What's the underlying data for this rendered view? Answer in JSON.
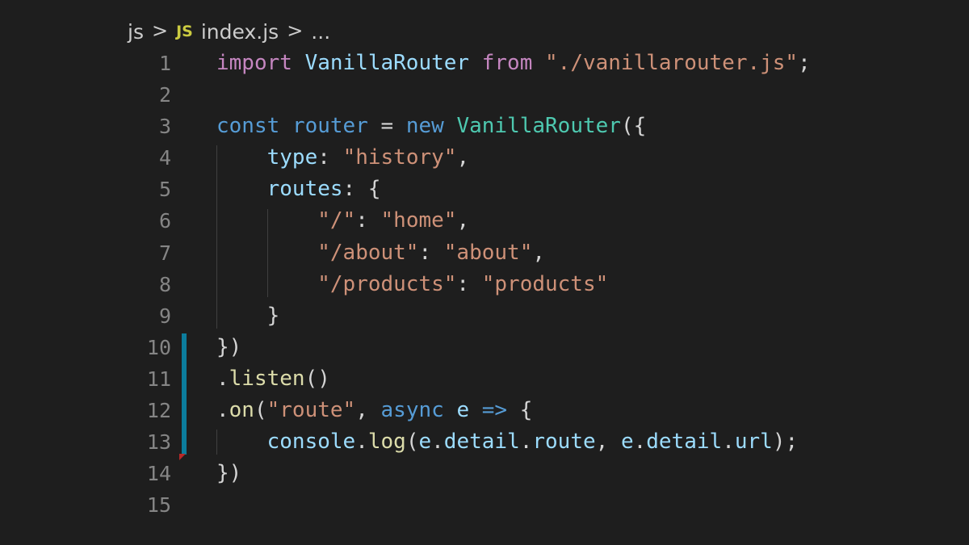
{
  "breadcrumb": {
    "folder": "js",
    "file_icon_text": "JS",
    "file": "index.js",
    "more": "...",
    "separator": ">"
  },
  "colors": {
    "background": "#1e1e1e",
    "keyword_import": "#c586c0",
    "keyword": "#569cd6",
    "class": "#4ec9b0",
    "variable": "#9cdcfe",
    "string": "#ce9178",
    "function": "#dcdcaa",
    "line_number": "#858585",
    "git_modified": "#0c7d9d",
    "git_deleted": "#b82828"
  },
  "lines": [
    {
      "number": "1",
      "tokens": [
        {
          "t": "import",
          "c": "kw-import"
        },
        {
          "t": " ",
          "c": "punc"
        },
        {
          "t": "VanillaRouter",
          "c": "var"
        },
        {
          "t": " ",
          "c": "punc"
        },
        {
          "t": "from",
          "c": "kw-import"
        },
        {
          "t": " ",
          "c": "punc"
        },
        {
          "t": "\"./vanillarouter.js\"",
          "c": "str"
        },
        {
          "t": ";",
          "c": "punc"
        }
      ]
    },
    {
      "number": "2",
      "tokens": []
    },
    {
      "number": "3",
      "tokens": [
        {
          "t": "const",
          "c": "kw"
        },
        {
          "t": " ",
          "c": "punc"
        },
        {
          "t": "router",
          "c": "kw"
        },
        {
          "t": " = ",
          "c": "punc"
        },
        {
          "t": "new",
          "c": "kw"
        },
        {
          "t": " ",
          "c": "punc"
        },
        {
          "t": "VanillaRouter",
          "c": "cls"
        },
        {
          "t": "({",
          "c": "punc"
        }
      ]
    },
    {
      "number": "4",
      "tokens": [
        {
          "t": "    ",
          "c": "punc"
        },
        {
          "t": "type",
          "c": "prop"
        },
        {
          "t": ": ",
          "c": "punc"
        },
        {
          "t": "\"history\"",
          "c": "str"
        },
        {
          "t": ",",
          "c": "punc"
        }
      ]
    },
    {
      "number": "5",
      "tokens": [
        {
          "t": "    ",
          "c": "punc"
        },
        {
          "t": "routes",
          "c": "prop"
        },
        {
          "t": ": {",
          "c": "punc"
        }
      ]
    },
    {
      "number": "6",
      "tokens": [
        {
          "t": "        ",
          "c": "punc"
        },
        {
          "t": "\"/\"",
          "c": "str"
        },
        {
          "t": ": ",
          "c": "punc"
        },
        {
          "t": "\"home\"",
          "c": "str"
        },
        {
          "t": ",",
          "c": "punc"
        }
      ]
    },
    {
      "number": "7",
      "tokens": [
        {
          "t": "        ",
          "c": "punc"
        },
        {
          "t": "\"/about\"",
          "c": "str"
        },
        {
          "t": ": ",
          "c": "punc"
        },
        {
          "t": "\"about\"",
          "c": "str"
        },
        {
          "t": ",",
          "c": "punc"
        }
      ]
    },
    {
      "number": "8",
      "tokens": [
        {
          "t": "        ",
          "c": "punc"
        },
        {
          "t": "\"/products\"",
          "c": "str"
        },
        {
          "t": ": ",
          "c": "punc"
        },
        {
          "t": "\"products\"",
          "c": "str"
        }
      ]
    },
    {
      "number": "9",
      "tokens": [
        {
          "t": "    }",
          "c": "punc"
        }
      ]
    },
    {
      "number": "10",
      "tokens": [
        {
          "t": "})",
          "c": "punc"
        }
      ]
    },
    {
      "number": "11",
      "tokens": [
        {
          "t": ".",
          "c": "punc"
        },
        {
          "t": "listen",
          "c": "fn"
        },
        {
          "t": "()",
          "c": "punc"
        }
      ]
    },
    {
      "number": "12",
      "tokens": [
        {
          "t": ".",
          "c": "punc"
        },
        {
          "t": "on",
          "c": "fn"
        },
        {
          "t": "(",
          "c": "punc"
        },
        {
          "t": "\"route\"",
          "c": "str"
        },
        {
          "t": ", ",
          "c": "punc"
        },
        {
          "t": "async",
          "c": "kw"
        },
        {
          "t": " ",
          "c": "punc"
        },
        {
          "t": "e",
          "c": "var"
        },
        {
          "t": " ",
          "c": "punc"
        },
        {
          "t": "=>",
          "c": "kw"
        },
        {
          "t": " {",
          "c": "punc"
        }
      ]
    },
    {
      "number": "13",
      "tokens": [
        {
          "t": "    ",
          "c": "punc"
        },
        {
          "t": "console",
          "c": "var"
        },
        {
          "t": ".",
          "c": "punc"
        },
        {
          "t": "log",
          "c": "fn"
        },
        {
          "t": "(",
          "c": "punc"
        },
        {
          "t": "e",
          "c": "var"
        },
        {
          "t": ".",
          "c": "punc"
        },
        {
          "t": "detail",
          "c": "var"
        },
        {
          "t": ".",
          "c": "punc"
        },
        {
          "t": "route",
          "c": "var"
        },
        {
          "t": ", ",
          "c": "punc"
        },
        {
          "t": "e",
          "c": "var"
        },
        {
          "t": ".",
          "c": "punc"
        },
        {
          "t": "detail",
          "c": "var"
        },
        {
          "t": ".",
          "c": "punc"
        },
        {
          "t": "url",
          "c": "var"
        },
        {
          "t": ");",
          "c": "punc"
        }
      ]
    },
    {
      "number": "14",
      "tokens": [
        {
          "t": "})",
          "c": "punc"
        }
      ]
    },
    {
      "number": "15",
      "tokens": []
    }
  ]
}
